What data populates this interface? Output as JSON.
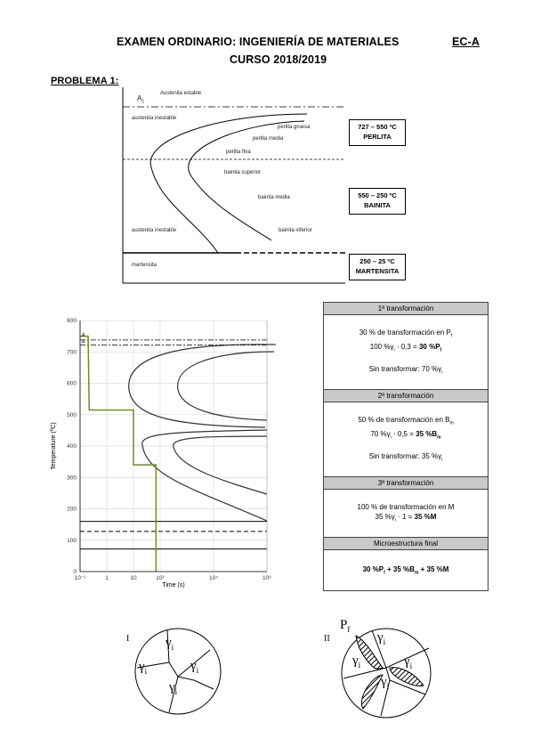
{
  "header": {
    "title": "EXAMEN ORDINARIO: INGENIERÍA DE MATERIALES",
    "code": "EC-A",
    "course": "CURSO 2018/2019"
  },
  "problem": {
    "label": "PROBLEMA 1:"
  },
  "ttt_schematic": {
    "a1": "A",
    "a1_sub": "1",
    "labels": {
      "austenita_estable": "Austenita estable",
      "austenita_inestable_top": "austenita inestable",
      "perlita_gruesa": "perlita gruesa",
      "perlita_media": "perlita media",
      "perlita_fina": "perlita fina",
      "bainita_superior": "bainita superior",
      "bainita_media": "bainita media",
      "austenita_inestable_bottom": "austenita inestable",
      "bainita_inferior": "bainita inferior",
      "martensita": "martensita"
    },
    "ranges": [
      {
        "temp": "727 – 550 ºC",
        "name": "PERLITA"
      },
      {
        "temp": "550 – 250 ºC",
        "name": "BAINITA"
      },
      {
        "temp": "250 – 25 ºC",
        "name": "MARTENSITA"
      }
    ]
  },
  "chart_data": {
    "type": "line",
    "xlabel": "Time (s)",
    "ylabel": "Temperature (ºC)",
    "x_scale": "log",
    "xlim": [
      0.1,
      1000000
    ],
    "ylim": [
      0,
      800
    ],
    "xticks": [
      "10⁻¹",
      "1",
      "10",
      "10²",
      "10⁴",
      "10⁶"
    ],
    "yticks": [
      "0",
      "100",
      "200",
      "300",
      "400",
      "500",
      "600",
      "700",
      "800"
    ],
    "reference_labels": [
      "A",
      "A"
    ],
    "heat_treatment_path": {
      "color": "#6b8e23",
      "points": [
        [
          0.1,
          750
        ],
        [
          0.2,
          750
        ],
        [
          0.22,
          515
        ],
        [
          10,
          515
        ],
        [
          10,
          340
        ],
        [
          70,
          340
        ],
        [
          70,
          0
        ]
      ]
    },
    "grid": true
  },
  "transformation_table": {
    "sections": [
      {
        "header": "1ª transformación",
        "lines": [
          "30 % de transformación en P",
          "100 %γ · 0,3 = 30 %P",
          "",
          "Sin transformar: 70 %γ"
        ]
      },
      {
        "header": "2ª transformación",
        "lines": [
          "50 % de transformación en B",
          "70 %γ · 0,5 = 35 %B",
          "",
          "Sin transformar: 35 %γ"
        ]
      },
      {
        "header": "3ª transformación",
        "lines": [
          "100 % de transformación en M",
          "35 %γ · 1 = 35 %M"
        ]
      },
      {
        "header": "Microestructura final",
        "lines": [
          "30 %P + 35 %B + 35 %M"
        ]
      }
    ]
  },
  "microstructures": {
    "i_label": "I",
    "ii_label": "II",
    "gamma": "γ",
    "gamma_sub": "i",
    "pf": "P",
    "pf_sub": "f"
  }
}
